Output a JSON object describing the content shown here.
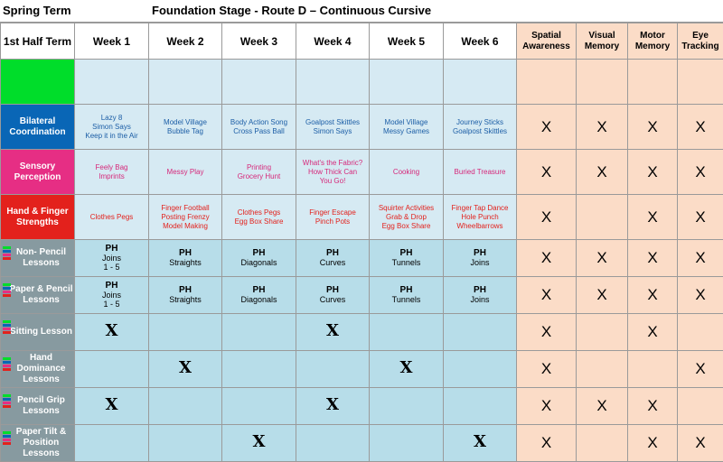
{
  "header": {
    "term": "Spring Term",
    "title": "Foundation Stage - Route D – Continuous Cursive"
  },
  "columns": {
    "corner": "1st Half Term",
    "weeks": [
      "Week 1",
      "Week 2",
      "Week 3",
      "Week 4",
      "Week 5",
      "Week 6"
    ],
    "skills": [
      "Spatial Awareness",
      "Visual Memory",
      "Motor Memory",
      "Eye Tracking"
    ]
  },
  "rows": {
    "bilateral": {
      "label": "Bilateral Coordination",
      "weeks": [
        [
          "Lazy 8",
          "Simon Says",
          "Keep it in the Air"
        ],
        [
          "Model Village",
          "Bubble Tag"
        ],
        [
          "Body Action Song",
          "Cross Pass Ball"
        ],
        [
          "Goalpost Skittles",
          "Simon Says"
        ],
        [
          "Model Village",
          "Messy Games"
        ],
        [
          "Journey Sticks",
          "Goalpost Skittles"
        ]
      ],
      "skills": [
        "X",
        "X",
        "X",
        "X"
      ]
    },
    "sensory": {
      "label": "Sensory Perception",
      "weeks": [
        [
          "Feely Bag",
          "Imprints"
        ],
        [
          "Messy Play"
        ],
        [
          "Printing",
          "Grocery Hunt"
        ],
        [
          "What's the Fabric?",
          "How Thick Can",
          "You Go!"
        ],
        [
          "Cooking"
        ],
        [
          "Buried Treasure"
        ]
      ],
      "skills": [
        "X",
        "X",
        "X",
        "X"
      ]
    },
    "hand": {
      "label": "Hand & Finger Strengths",
      "weeks": [
        [
          "Clothes Pegs"
        ],
        [
          "Finger Football",
          "Posting Frenzy",
          "Model Making"
        ],
        [
          "Clothes Pegs",
          "Egg Box Share"
        ],
        [
          "Finger Escape",
          "Pinch Pots"
        ],
        [
          "Squirter Activities",
          "Grab & Drop",
          "Egg Box Share"
        ],
        [
          "Finger Tap Dance",
          "Hole Punch",
          "Wheelbarrows"
        ]
      ],
      "skills": [
        "X",
        "",
        "X",
        "X"
      ]
    },
    "nonpencil": {
      "label": "Non- Pencil Lessons",
      "ph": "PH",
      "weeks": [
        [
          "Joins",
          "1 - 5"
        ],
        [
          "Straights"
        ],
        [
          "Diagonals"
        ],
        [
          "Curves"
        ],
        [
          "Tunnels"
        ],
        [
          "Joins"
        ]
      ],
      "skills": [
        "X",
        "X",
        "X",
        "X"
      ]
    },
    "paperpencil": {
      "label": "Paper & Pencil Lessons",
      "ph": "PH",
      "weeks": [
        [
          "Joins",
          "1 - 5"
        ],
        [
          "Straights"
        ],
        [
          "Diagonals"
        ],
        [
          "Curves"
        ],
        [
          "Tunnels"
        ],
        [
          "Joins"
        ]
      ],
      "skills": [
        "X",
        "X",
        "X",
        "X"
      ]
    },
    "sitting": {
      "label": "Sitting Lesson",
      "weeks": [
        "X",
        "",
        "",
        "X",
        "",
        ""
      ],
      "skills": [
        "X",
        "",
        "X",
        ""
      ]
    },
    "dominance": {
      "label": "Hand Dominance Lessons",
      "weeks": [
        "",
        "X",
        "",
        "",
        "X",
        ""
      ],
      "skills": [
        "X",
        "",
        "",
        "X"
      ]
    },
    "grip": {
      "label": "Pencil Grip Lessons",
      "weeks": [
        "X",
        "",
        "",
        "X",
        "",
        ""
      ],
      "skills": [
        "X",
        "X",
        "X",
        ""
      ]
    },
    "tilt": {
      "label": "Paper Tilt & Position Lessons",
      "weeks": [
        "",
        "",
        "X",
        "",
        "",
        "X"
      ],
      "skills": [
        "X",
        "",
        "X",
        "X"
      ]
    }
  },
  "colors": {
    "week_light": "#d6eaf3",
    "week_dark": "#b7dde9",
    "skill_bg": "#fbdcc7",
    "bilateral": "#0966b6",
    "sensory": "#e62e84",
    "hand": "#e3211c",
    "green": "#00dd2a",
    "grey": "#879aa0"
  }
}
